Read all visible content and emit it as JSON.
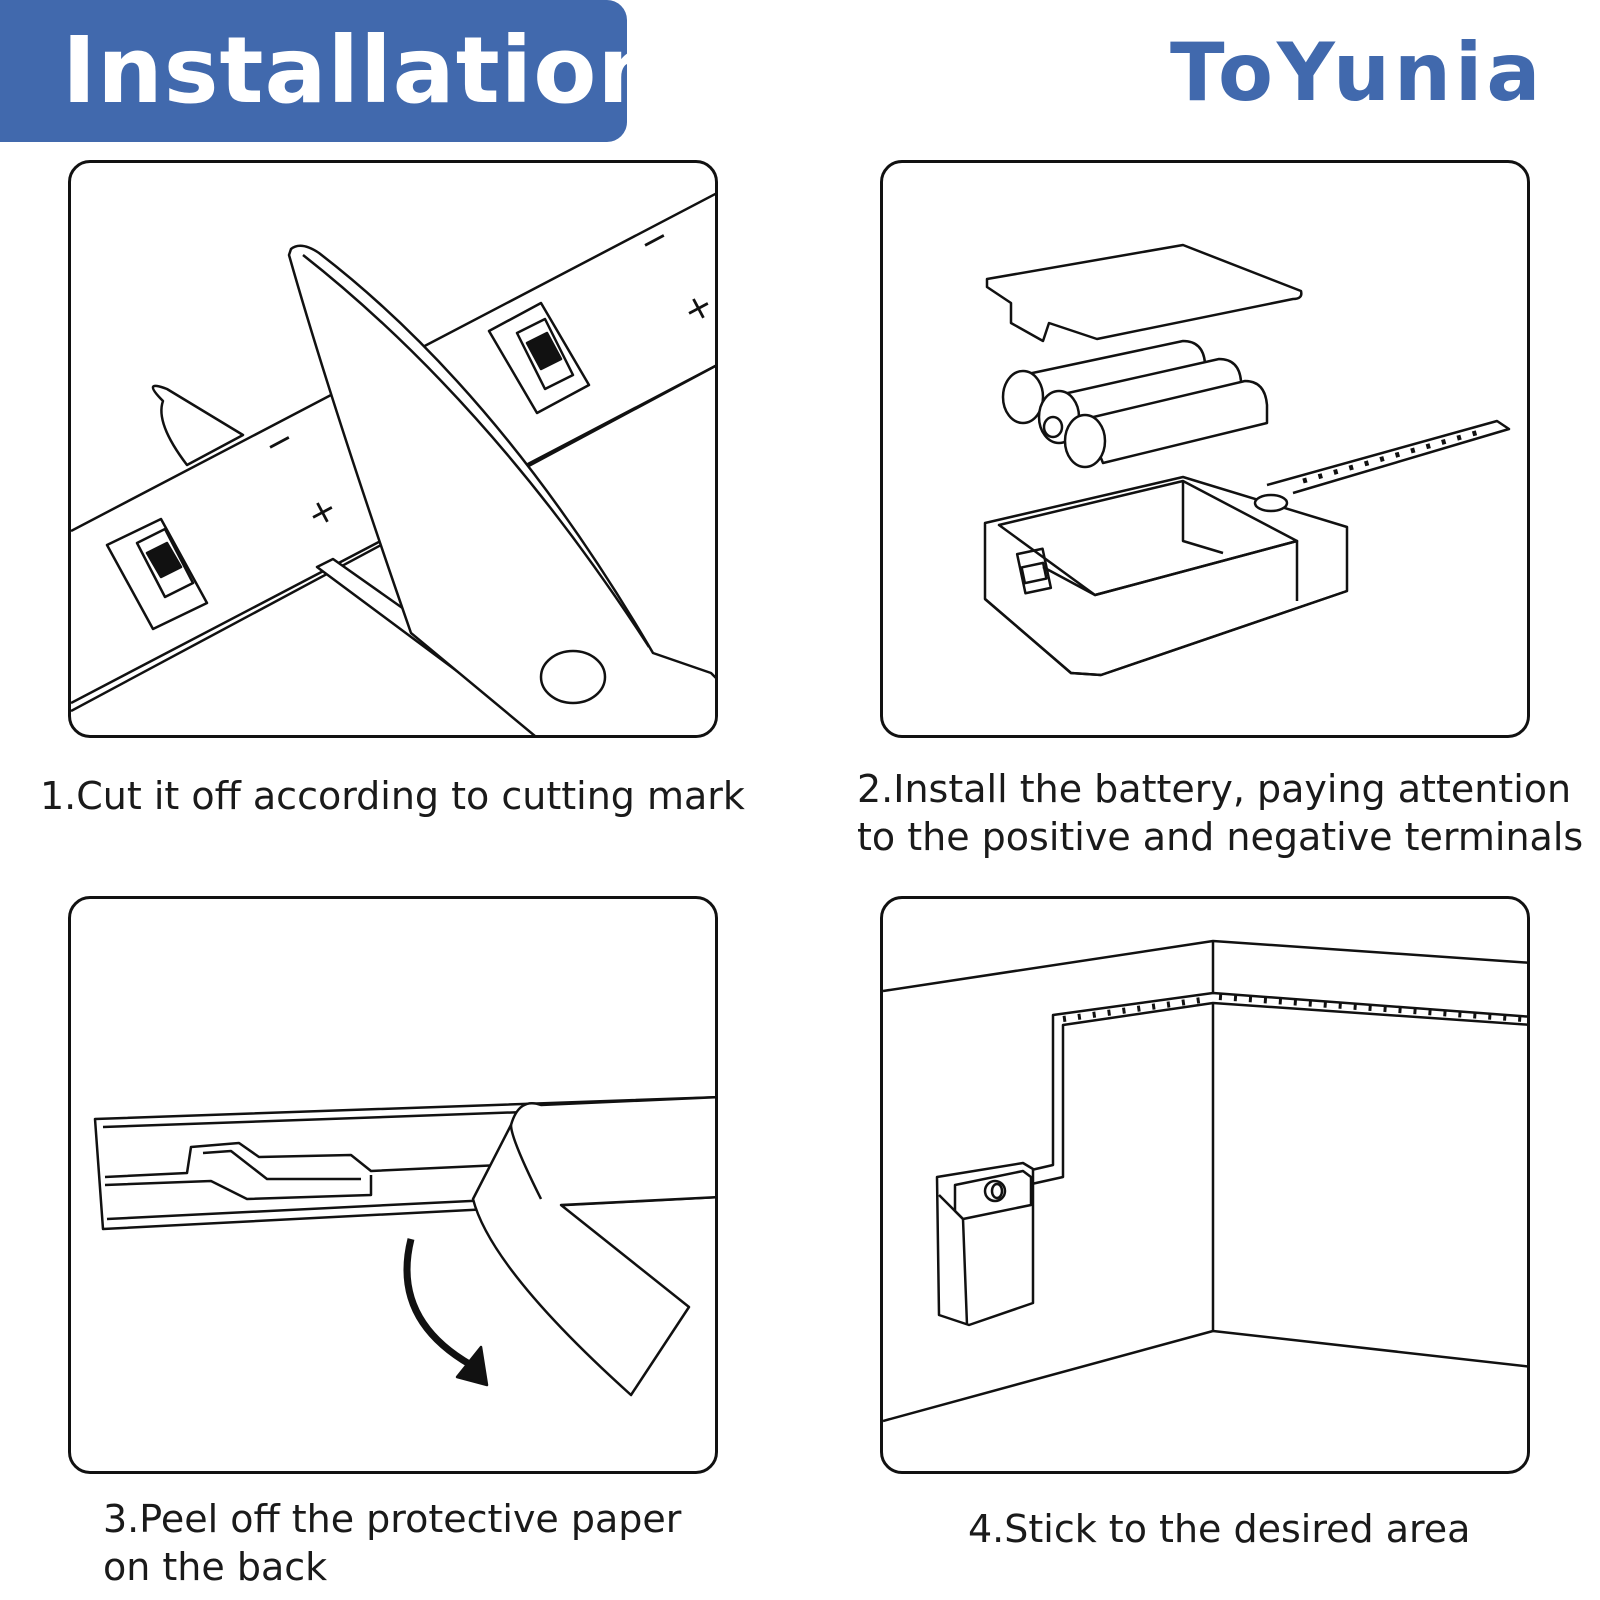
{
  "header": {
    "title": "Installation"
  },
  "brand": {
    "name": "ToYunia",
    "color": "#4169ad"
  },
  "accent_color": "#4169ad",
  "steps": [
    {
      "caption": [
        "1.Cut it off according to cutting mark"
      ],
      "illustration": "scissors-cutting-strip"
    },
    {
      "caption": [
        "2.Install the battery, paying attention",
        "to the positive and negative terminals"
      ],
      "illustration": "battery-box-with-batteries"
    },
    {
      "caption": [
        "3.Peel off the protective paper",
        "on the back"
      ],
      "illustration": "peeling-backing-tape"
    },
    {
      "caption": [
        "4.Stick to the desired area"
      ],
      "illustration": "strip-on-wall-corner"
    }
  ],
  "strip_marks": {
    "minus": "−",
    "plus": "+"
  }
}
